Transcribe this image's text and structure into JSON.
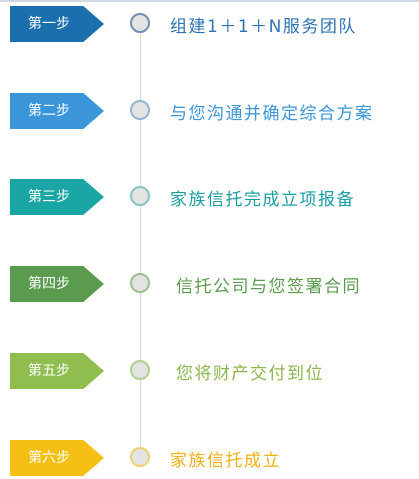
{
  "steps": [
    {
      "label": "第一步",
      "text": "组建1＋1＋N服务团队",
      "badge_color": "#1c6fae",
      "text_color": "#2f72b3",
      "dot_border": "#6f8fb6"
    },
    {
      "label": "第二步",
      "text": "与您沟通并确定综合方案",
      "badge_color": "#3a96d8",
      "text_color": "#3a96d8",
      "dot_border": "#8fb6d6"
    },
    {
      "label": "第三步",
      "text": "家族信托完成立项报备",
      "badge_color": "#1aa6a4",
      "text_color": "#1a9ea3",
      "dot_border": "#86c4c3"
    },
    {
      "label": "第四步",
      "text": "信托公司与您签署合同",
      "badge_color": "#5a9b4e",
      "text_color": "#5a9b4e",
      "dot_border": "#99bd8f"
    },
    {
      "label": "第五步",
      "text": "您将财产交付到位",
      "badge_color": "#8fbd4e",
      "text_color": "#8bb64c",
      "dot_border": "#b3cf8c"
    },
    {
      "label": "第六步",
      "text": "家族信托成立",
      "badge_color": "#f5bf14",
      "text_color": "#f2b014",
      "dot_border": "#f0cf6a"
    }
  ]
}
